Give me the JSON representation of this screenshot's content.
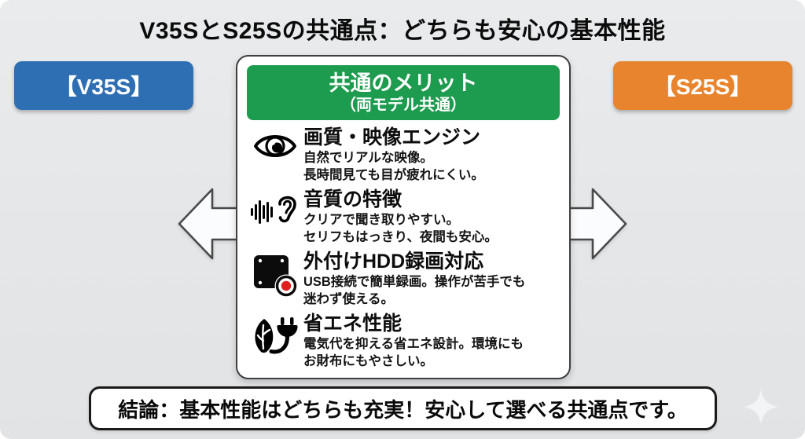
{
  "page": {
    "title": "V35SとS25Sの共通点：どちらも安心の基本性能",
    "background_color": "#e5e7e9"
  },
  "left_badge": {
    "label": "【V35S】",
    "color": "#2e6fb4"
  },
  "right_badge": {
    "label": "【S25S】",
    "color": "#e8842d"
  },
  "arrows": {
    "left_icon": "block-arrow-left",
    "right_icon": "block-arrow-right",
    "fill": "#fbfcfd",
    "stroke": "#4a4a4a"
  },
  "card": {
    "header": {
      "title": "共通のメリット",
      "subtitle": "（両モデル共通）",
      "color": "#1d9b4e"
    },
    "features": [
      {
        "icon": "eye-icon",
        "title": "画質・映像エンジン",
        "desc_line1": "自然でリアルな映像。",
        "desc_line2": "長時間見ても目が疲れにくい。"
      },
      {
        "icon": "sound-ear-icon",
        "title": "音質の特徴",
        "desc_line1": "クリアで聞き取りやすい。",
        "desc_line2": "セリフもはっきり、夜間も安心。"
      },
      {
        "icon": "hdd-record-icon",
        "title": "外付けHDD録画対応",
        "desc_line1": "USB接続で簡単録画。操作が苦手でも",
        "desc_line2": "迷わず使える。",
        "record_color": "#e02020"
      },
      {
        "icon": "leaf-plug-icon",
        "title": "省エネ性能",
        "desc_line1": "電気代を抑える省エネ設計。環境にも",
        "desc_line2": "お財布にもやさしい。"
      }
    ]
  },
  "conclusion": {
    "text": "結論：基本性能はどちらも充実！安心して選べる共通点です。"
  },
  "decor": {
    "sparkle_icon": "four-point-sparkle",
    "sparkle_color": "#f2f4f6"
  }
}
